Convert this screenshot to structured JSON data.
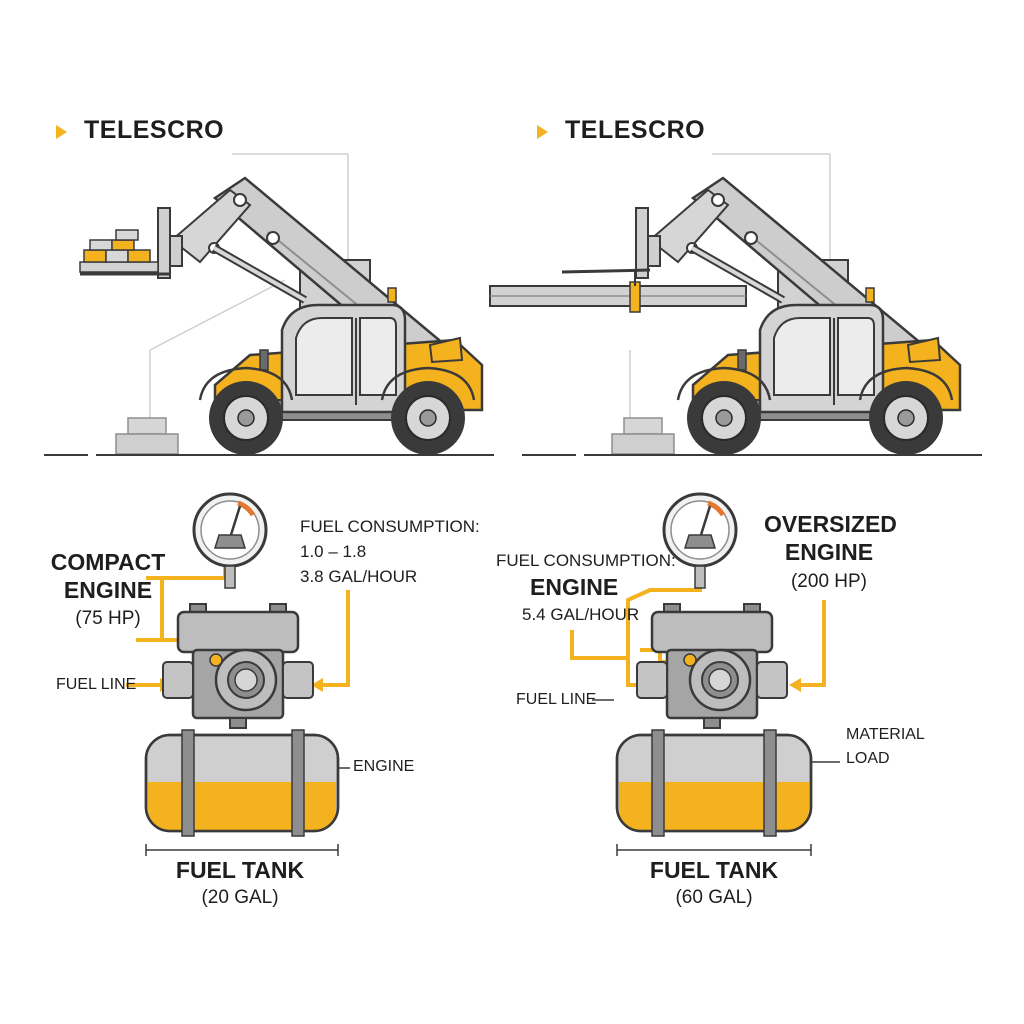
{
  "colors": {
    "yellow": "#f3b21e",
    "gray": "#cfcfcf",
    "dark_gray": "#8e8e8e",
    "outline": "#3a3a3a",
    "ink": "#1e1e1e"
  },
  "left": {
    "title": "TELESCRO",
    "engine_label": [
      "COMPACT",
      "ENGINE"
    ],
    "engine_power": "(75 HP)",
    "consumption_label": "FUEL CONSUMPTION:",
    "consumption_range": "1.0 – 1.8",
    "consumption_rate": "3.8 GAL/HOUR",
    "fuel_line_label": "FUEL LINE",
    "tank_side_label": "ENGINE",
    "tank_label": "FUEL TANK",
    "tank_capacity": "(20 GAL)"
  },
  "right": {
    "title": "TELESCRO",
    "engine_label": [
      "OVERSIZED",
      "ENGINE"
    ],
    "engine_power": "(200 HP)",
    "consumption_label": "FUEL CONSUMPTION:",
    "consumption_engine": "ENGINE",
    "consumption_rate": "5.4 GAL/HOUR",
    "fuel_line_label": "FUEL LINE",
    "material_load_label": [
      "MATERIAL",
      "LOAD"
    ],
    "tank_label": "FUEL TANK",
    "tank_capacity": "(60 GAL)"
  }
}
